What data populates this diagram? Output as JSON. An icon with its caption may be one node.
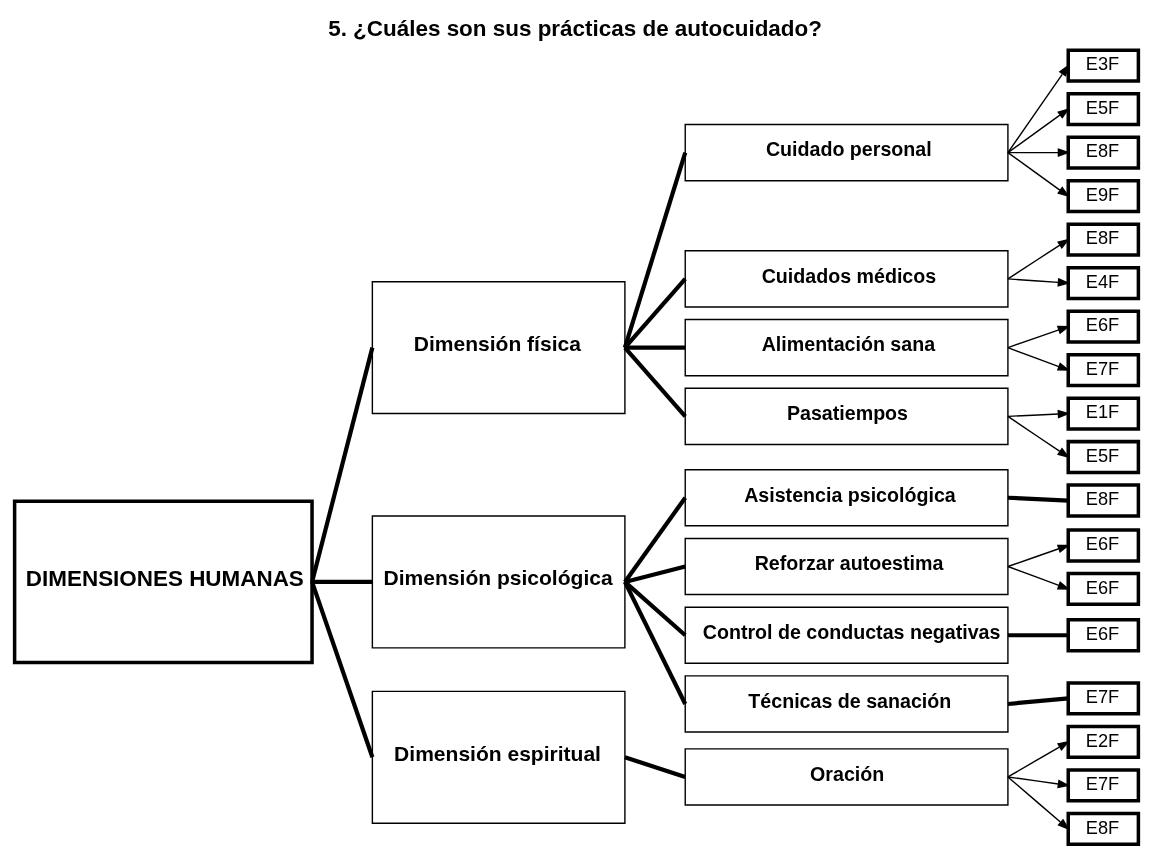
{
  "diagram": {
    "title": "5. ¿Cuáles son sus prácticas de autocuidado?",
    "nodes": [
      {
        "text": [
          "DIMENSIONES HUMANAS"
        ]
      },
      {
        "text": [
          "Dimensión física"
        ]
      },
      {
        "text": [
          "Dimensión psicológica"
        ]
      },
      {
        "text": [
          "Dimensión espiritual"
        ]
      },
      {
        "text": [
          "Cuidado personal"
        ]
      },
      {
        "text": [
          "Cuidados médicos"
        ]
      },
      {
        "text": [
          "Alimentación sana"
        ]
      },
      {
        "text": [
          "Pasatiempos"
        ]
      },
      {
        "text": [
          "Asistencia psicológica"
        ]
      },
      {
        "text": [
          "Reforzar autoestima"
        ]
      },
      {
        "text": [
          "Control de conductas negativas"
        ]
      },
      {
        "text": [
          "Técnicas de sanación"
        ]
      },
      {
        "text": [
          "Oración"
        ]
      },
      {
        "text": [
          "E3F"
        ]
      },
      {
        "text": [
          "E5F"
        ]
      },
      {
        "text": [
          "E8F"
        ]
      },
      {
        "text": [
          "E9F"
        ]
      },
      {
        "text": [
          "E8F"
        ]
      },
      {
        "text": [
          "E4F"
        ]
      },
      {
        "text": [
          "E6F"
        ]
      },
      {
        "text": [
          "E7F"
        ]
      },
      {
        "text": [
          "E1F"
        ]
      },
      {
        "text": [
          "E5F"
        ]
      },
      {
        "text": [
          "E8F"
        ]
      },
      {
        "text": [
          "E6F"
        ]
      },
      {
        "text": [
          "E6F"
        ]
      },
      {
        "text": [
          "E6F"
        ]
      },
      {
        "text": [
          "E7F"
        ]
      },
      {
        "text": [
          "E2F"
        ]
      },
      {
        "text": [
          "E7F"
        ]
      },
      {
        "text": [
          "E8F"
        ]
      }
    ],
    "edges": [
      {
        "from": 0,
        "to": 1,
        "arrow": "none",
        "style": "thick"
      },
      {
        "from": 0,
        "to": 2,
        "arrow": "none",
        "style": "thick"
      },
      {
        "from": 0,
        "to": 3,
        "arrow": "none",
        "style": "thick"
      },
      {
        "from": 1,
        "to": 4,
        "arrow": "none",
        "style": "thick"
      },
      {
        "from": 1,
        "to": 5,
        "arrow": "none",
        "style": "thick"
      },
      {
        "from": 1,
        "to": 6,
        "arrow": "none",
        "style": "thick"
      },
      {
        "from": 1,
        "to": 7,
        "arrow": "none",
        "style": "thick"
      },
      {
        "from": 2,
        "to": 8,
        "arrow": "none",
        "style": "thick"
      },
      {
        "from": 2,
        "to": 9,
        "arrow": "none",
        "style": "thick"
      },
      {
        "from": 2,
        "to": 10,
        "arrow": "none",
        "style": "thick"
      },
      {
        "from": 2,
        "to": 11,
        "arrow": "none",
        "style": "thick"
      },
      {
        "from": 3,
        "to": 12,
        "arrow": "none",
        "style": "thick"
      },
      {
        "from": 4,
        "to": 13,
        "arrow": "to"
      },
      {
        "from": 4,
        "to": 14,
        "arrow": "to"
      },
      {
        "from": 4,
        "to": 15,
        "arrow": "to"
      },
      {
        "from": 4,
        "to": 16,
        "arrow": "to"
      },
      {
        "from": 5,
        "to": 17,
        "arrow": "to"
      },
      {
        "from": 5,
        "to": 18,
        "arrow": "to"
      },
      {
        "from": 6,
        "to": 19,
        "arrow": "to"
      },
      {
        "from": 6,
        "to": 20,
        "arrow": "to"
      },
      {
        "from": 7,
        "to": 21,
        "arrow": "to"
      },
      {
        "from": 7,
        "to": 22,
        "arrow": "to"
      },
      {
        "from": 8,
        "to": 23,
        "arrow": "none",
        "style": "thick"
      },
      {
        "from": 9,
        "to": 24,
        "arrow": "to"
      },
      {
        "from": 9,
        "to": 25,
        "arrow": "to"
      },
      {
        "from": 10,
        "to": 26,
        "arrow": "none",
        "style": "thick"
      },
      {
        "from": 11,
        "to": 27,
        "arrow": "none",
        "style": "thick"
      },
      {
        "from": 12,
        "to": 28,
        "arrow": "to"
      },
      {
        "from": 12,
        "to": 29,
        "arrow": "to"
      },
      {
        "from": 12,
        "to": 30,
        "arrow": "to"
      }
    ]
  }
}
